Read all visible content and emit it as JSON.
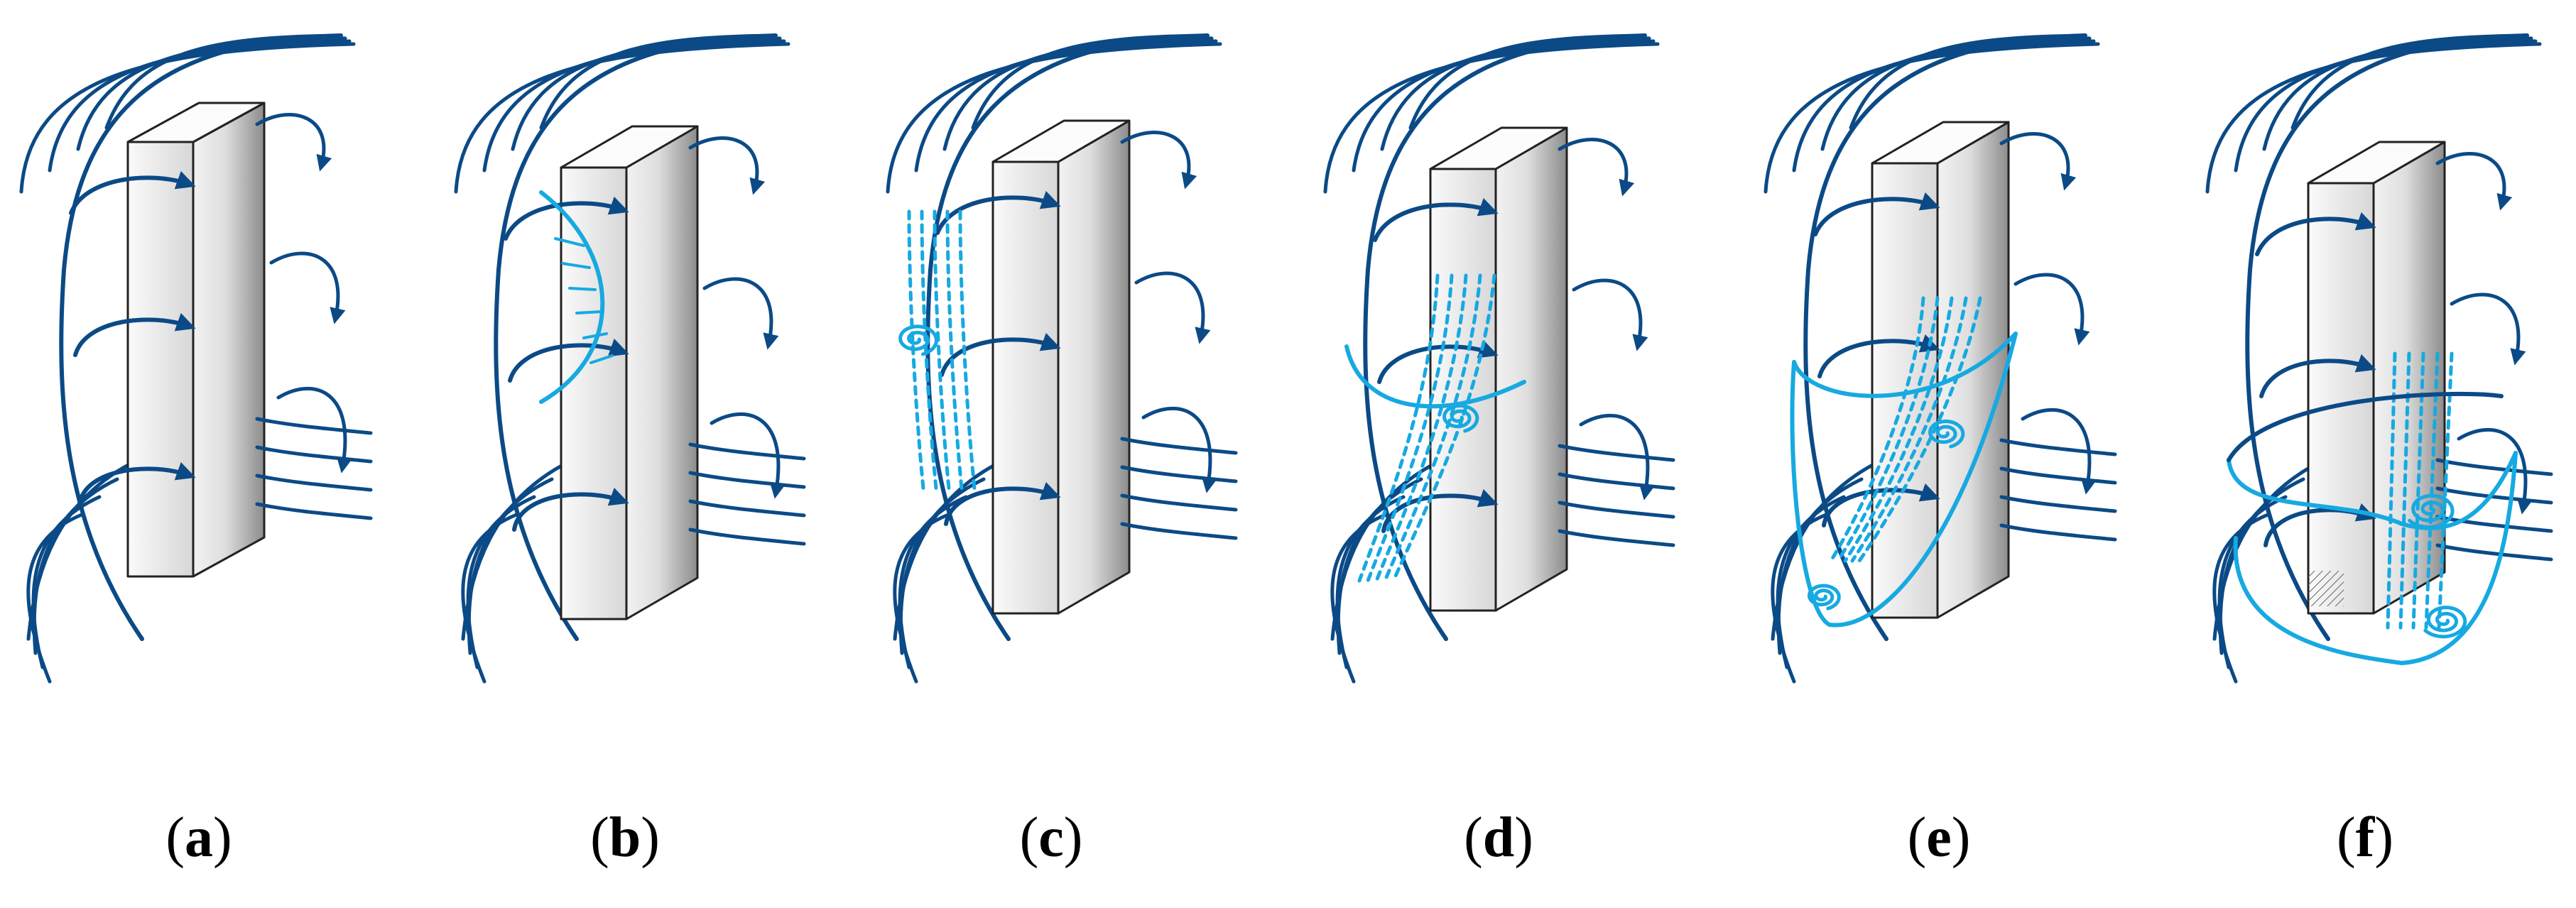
{
  "colors": {
    "flow": "#0b4a86",
    "vortex": "#17a9e1",
    "edge": "#222222"
  },
  "panels": [
    {
      "label": "a",
      "vortex_stage": "none"
    },
    {
      "label": "b",
      "vortex_stage": "attached-separation"
    },
    {
      "label": "c",
      "vortex_stage": "shed-vortex"
    },
    {
      "label": "d",
      "vortex_stage": "descending-vortex"
    },
    {
      "label": "e",
      "vortex_stage": "corner-vortex"
    },
    {
      "label": "f",
      "vortex_stage": "ground-vortex"
    }
  ]
}
